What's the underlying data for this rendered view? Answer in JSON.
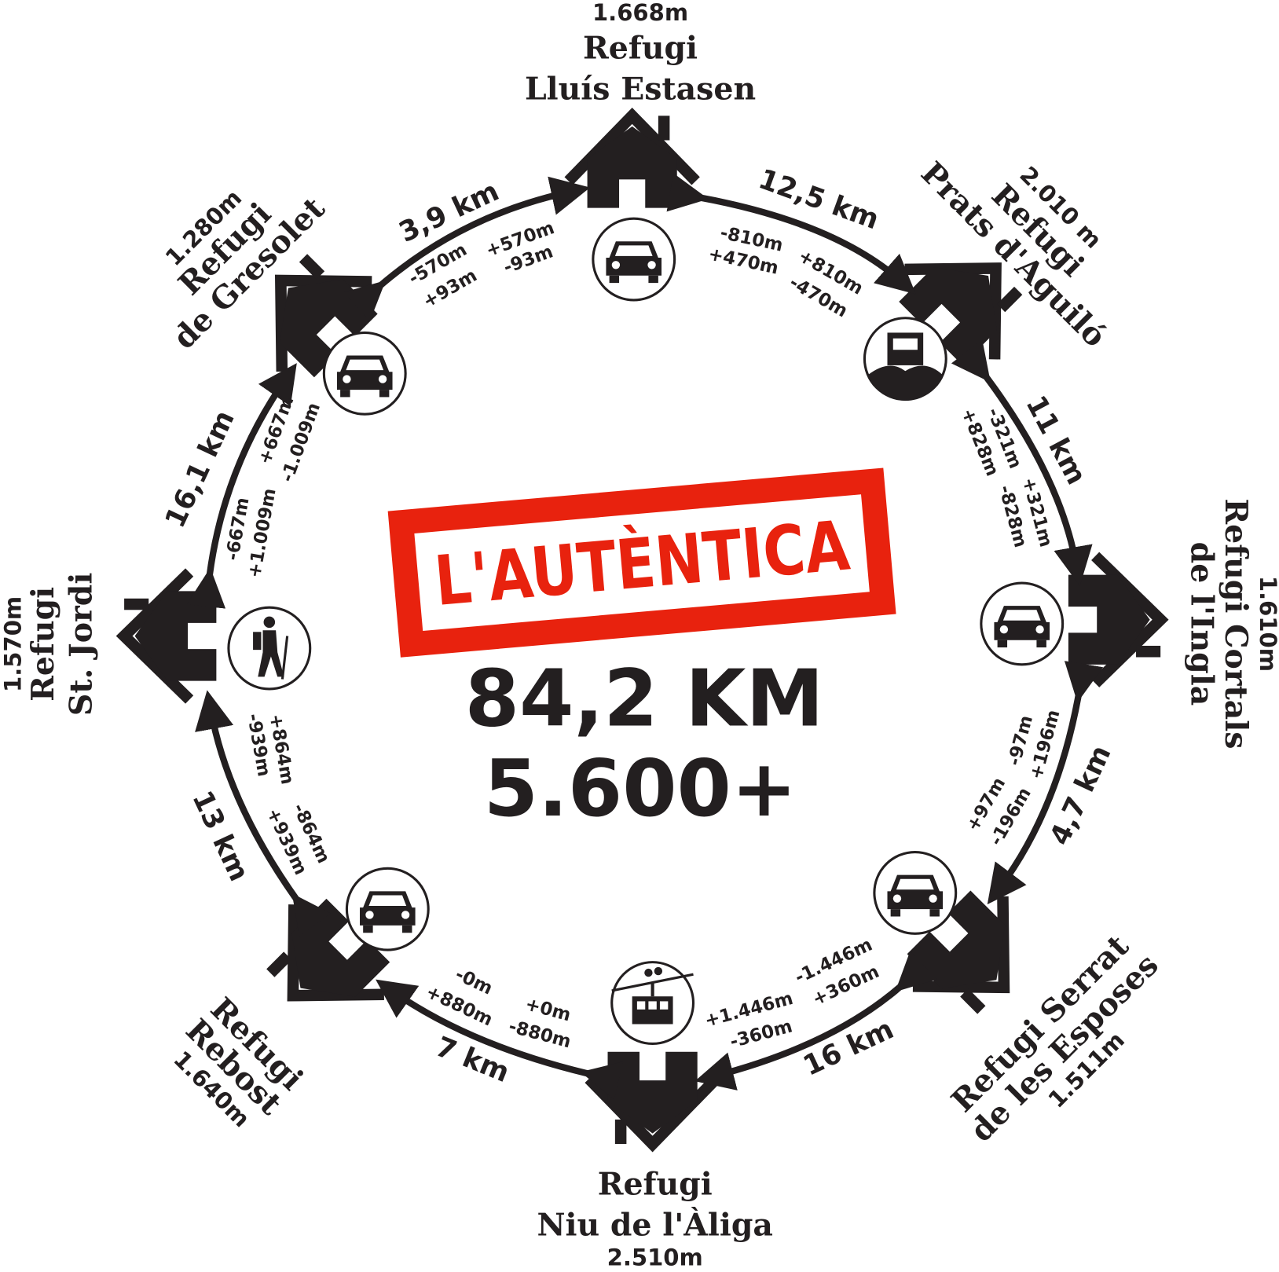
{
  "stamp": {
    "label": "L'AUTÈNTICA",
    "color": "#e8220e"
  },
  "totals": {
    "distance": "84,2 KM",
    "elevation": "5.600+"
  },
  "refuges": [
    {
      "name1": "Refugi",
      "name2": "Lluís Estasen",
      "elevation": "1.668m"
    },
    {
      "name1": "Refugi",
      "name2": "Prats d'Aguiló",
      "elevation": "2.010 m"
    },
    {
      "name1": "Refugi Cortals",
      "name2": "de l'Ingla",
      "elevation": "1.610m"
    },
    {
      "name1": "Refugi Serrat",
      "name2": "de les Esposes",
      "elevation": "1.511m"
    },
    {
      "name1": "Refugi",
      "name2": "Niu de l'Àliga",
      "elevation": "2.510m"
    },
    {
      "name1": "Refugi",
      "name2": "Rebost",
      "elevation": "1.640m"
    },
    {
      "name1": "Refugi",
      "name2": "St. Jordi",
      "elevation": "1.570m"
    },
    {
      "name1": "Refugi",
      "name2": "de Gresolet",
      "elevation": "1.280m"
    }
  ],
  "access_icons": [
    "car-icon",
    "jeep-icon",
    "car-icon",
    "car-icon",
    "cable-car-icon",
    "car-icon",
    "hiker-icon",
    "car-icon"
  ],
  "legs": [
    {
      "distance": "12,5 km",
      "a1": "-810m",
      "a2": "+470m",
      "b1": "+810m",
      "b2": "-470m"
    },
    {
      "distance": "11 km",
      "a1": "-321m",
      "a2": "+828m",
      "b1": "+321m",
      "b2": "-828m"
    },
    {
      "distance": "4,7 km",
      "a1": "-97m",
      "a2": "+196m",
      "b1": "+97m",
      "b2": "-196m"
    },
    {
      "distance": "16 km",
      "a1": "-1.446m",
      "a2": "+360m",
      "b1": "+1.446m",
      "b2": "-360m"
    },
    {
      "distance": "7 km",
      "a1": "+0m",
      "a2": "-880m",
      "b1": "-0m",
      "b2": "+880m"
    },
    {
      "distance": "13 km",
      "a1": "-939m",
      "a2": "+864m",
      "b1": "-864m",
      "b2": "+939m"
    },
    {
      "distance": "16,1 km",
      "a1": "+667m",
      "a2": "-1.009m",
      "b1": "-667m",
      "b2": "+1.009m"
    },
    {
      "distance": "3,9 km",
      "a1": "-570m",
      "a2": "+93m",
      "b1": "+570m",
      "b2": "-93m"
    }
  ]
}
